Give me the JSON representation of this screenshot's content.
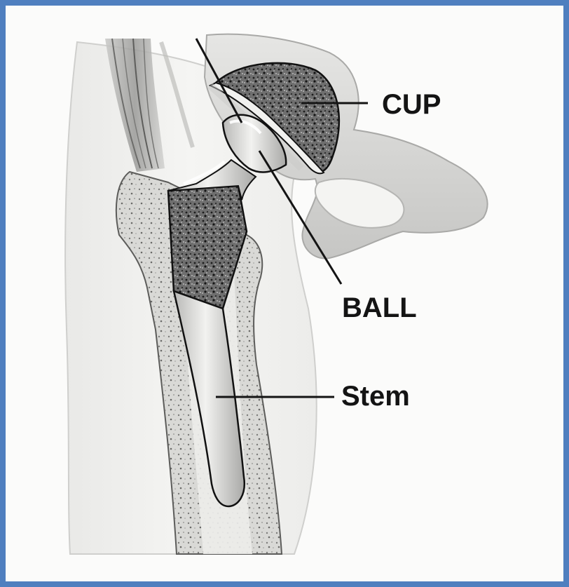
{
  "labels": {
    "cup": "CUP",
    "ball": "BALL",
    "stem": "Stem"
  },
  "colors": {
    "frame_border": "#4f7fbf",
    "paper": "#fbfbfa",
    "line_art": "#141414"
  }
}
